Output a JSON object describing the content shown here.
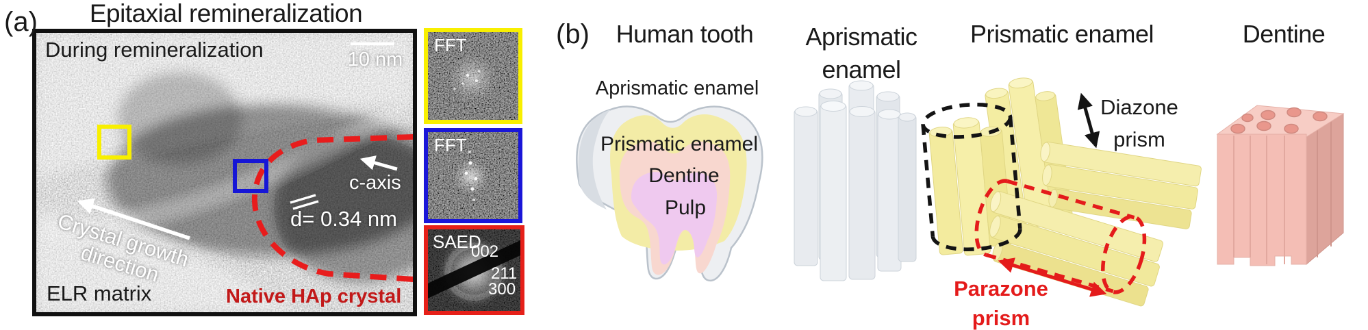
{
  "panel_a": {
    "label": "(a)",
    "title": "Epitaxial remineralization",
    "tem": {
      "status_label": "During remineralization",
      "scale_bar_label": "10 nm",
      "c_axis_label": "c-axis",
      "d_spacing_label": "d= 0.34 nm",
      "growth_line1": "Crystal growth",
      "growth_line2": "direction",
      "matrix_label": "ELR matrix",
      "crystal_label": "Native HAp crystal"
    },
    "insets": [
      {
        "label": "FFT",
        "border_color": "#f8ef00"
      },
      {
        "label": "FFT",
        "border_color": "#1a16d8"
      },
      {
        "label": "SAED",
        "border_color": "#e62019",
        "ring_002": "002",
        "ring_211": "211",
        "ring_300": "300"
      }
    ],
    "roi_colors": {
      "yellow": "#f8ef00",
      "blue": "#1616d6"
    },
    "annotation_red": "#e81c1c"
  },
  "panel_b": {
    "label": "(b)",
    "headings": {
      "tooth": "Human tooth",
      "aprismatic_line1": "Aprismatic",
      "aprismatic_line2": "enamel",
      "prismatic": "Prismatic enamel",
      "dentine": "Dentine"
    },
    "tooth_labels": {
      "aprismatic": "Aprismatic enamel",
      "prismatic": "Prismatic enamel",
      "dentine": "Dentine",
      "pulp": "Pulp"
    },
    "prism_annotations": {
      "diazone_line1": "Diazone",
      "diazone_line2": "prism",
      "parazone_line1": "Parazone",
      "parazone_line2": "prism"
    },
    "palette": {
      "enamel_yellow": "#f3eca6",
      "dentine_pink": "#f8d7cf",
      "pulp_purple": "#efc9ef",
      "aprismatic_grey": "#e8ebef",
      "dentine_block_pink": "#f4beb5"
    }
  }
}
